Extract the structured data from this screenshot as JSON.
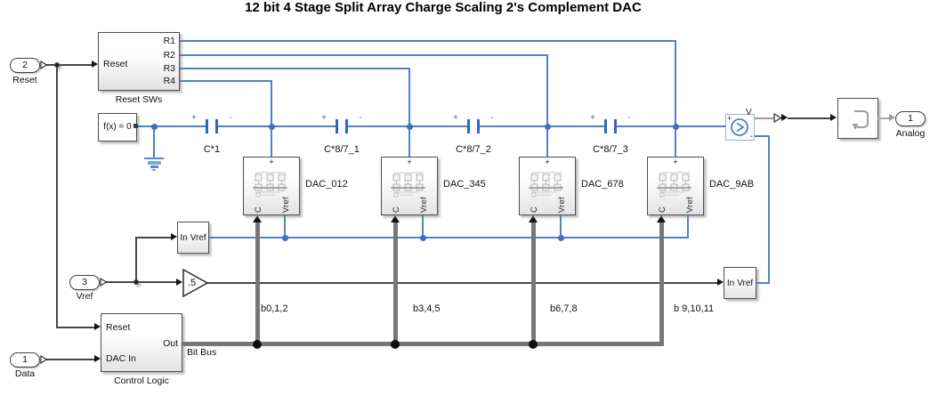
{
  "title": "12 bit 4 Stage Split Array Charge Scaling 2's Complement DAC",
  "ports": {
    "reset": {
      "num": "2",
      "label": "Reset"
    },
    "vref": {
      "num": "3",
      "label": "Vref"
    },
    "data": {
      "num": "1",
      "label": "Data"
    },
    "analog": {
      "num": "1",
      "label": "Analog"
    }
  },
  "reset_sws": {
    "name": "Reset SWs",
    "in": "Reset",
    "r1": "R1",
    "r2": "R2",
    "r3": "R3",
    "r4": "R4"
  },
  "solver": {
    "label": "f(x) = 0"
  },
  "stages": [
    {
      "cap": "C*1",
      "dac": "DAC_012",
      "bits": "b0,1,2"
    },
    {
      "cap": "C*8/7_1",
      "dac": "DAC_345",
      "bits": "b3,4,5"
    },
    {
      "cap": "C*8/7_2",
      "dac": "DAC_678",
      "bits": "b6,7,8"
    },
    {
      "cap": "C*8/7_3",
      "dac": "DAC_9AB",
      "bits": "b 9,10,11"
    }
  ],
  "dacp": {
    "plus": "+",
    "c": "C",
    "vref": "Vref"
  },
  "caps": {
    "plus": "+",
    "minus": "-"
  },
  "conv": {
    "in": "In",
    "out": "Vref"
  },
  "gain": {
    "value": ".5"
  },
  "cl": {
    "name": "Control Logic",
    "in1": "Reset",
    "in2": "DAC In",
    "out": "Out",
    "bus": "Bit Bus"
  },
  "sensor": {
    "plus": "+",
    "minus": "-",
    "v": "V"
  },
  "colors": {
    "physical_line": "#5081c9",
    "capacitor": "#2f64c8",
    "ps_signal": "#bd8f8a",
    "bus_line": "#777777",
    "signal_line": "#474747",
    "sensor_border": "#8fb3e6"
  }
}
